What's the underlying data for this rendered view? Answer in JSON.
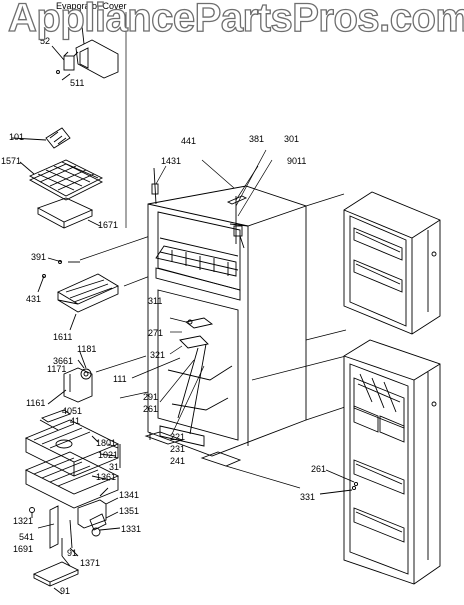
{
  "watermark": "AppliancePartsPros.com",
  "diagram": {
    "heading": "Evaporator Cover",
    "callouts": [
      "52",
      "511",
      "101",
      "1571",
      "1671",
      "391",
      "431",
      "1611",
      "3661",
      "1181",
      "1171",
      "1161",
      "4051",
      "41",
      "1021",
      "1801",
      "31",
      "1321",
      "541",
      "1691",
      "91",
      "1361",
      "1341",
      "1351",
      "1331",
      "1371",
      "91",
      "441",
      "381",
      "301",
      "9011",
      "1431",
      "311",
      "271",
      "321",
      "111",
      "291",
      "261",
      "221",
      "231",
      "241",
      "261",
      "331"
    ]
  }
}
